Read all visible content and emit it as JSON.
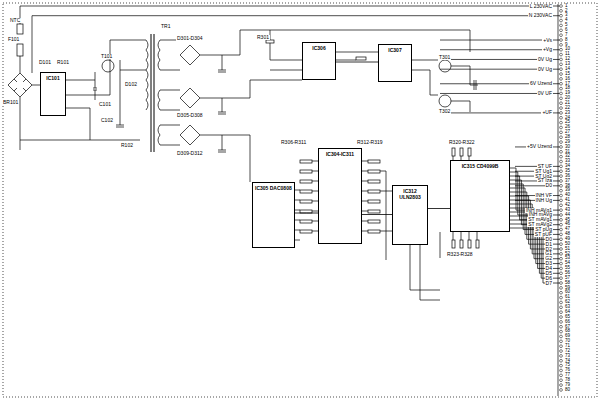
{
  "diagram": {
    "nodes": [
      {
        "text": [
          "IC101"
        ]
      },
      {
        "text": [
          "IC306"
        ]
      },
      {
        "text": [
          "IC307"
        ]
      },
      {
        "text": [
          "IC305 DAC0808"
        ]
      },
      {
        "text": [
          "IC304-IC311"
        ]
      },
      {
        "text": [
          "IC312",
          "ULN2803"
        ]
      },
      {
        "text": [
          "IC315 CD4099B"
        ]
      }
    ],
    "edges": [
      {
        "from": 1,
        "to": 2,
        "arrow": "none"
      },
      {
        "from": 3,
        "to": 4,
        "arrow": "none"
      },
      {
        "from": 4,
        "to": 5,
        "arrow": "none"
      },
      {
        "from": 5,
        "to": 6,
        "arrow": "none"
      }
    ],
    "labels": [
      "NTC",
      "F101",
      "BR101",
      "D101",
      "R101",
      "C101",
      "T101",
      "D102",
      "C102",
      "TR1",
      "D301-D304",
      "D305-D308",
      "D309-D312",
      "T301",
      "T302",
      "R301",
      "R320-R322",
      "R306-R311",
      "R312-R319",
      "R323-R328",
      "R102",
      "L 230VAC",
      "N 230VAC",
      "+Vs",
      "+Vg",
      "0V Ug",
      "0V Ug",
      "6V Uzend",
      "0V UF",
      "+UF",
      "+5V Uzend",
      "ST UF",
      "ST Ug1",
      "ST Ug2",
      "ST Iza",
      "D0",
      "INH VF",
      "INH Ug",
      "INH mAVg1",
      "INH mAVg",
      "ST mAVg1",
      "ST mAVg2",
      "ST pUg",
      "ST pUF",
      "D0",
      "D1",
      "D2",
      "G1",
      "G2",
      "D3",
      "D4",
      "D5",
      "D6",
      "D7",
      "1",
      "2",
      "3",
      "4",
      "5",
      "6",
      "7",
      "8",
      "9",
      "10",
      "11",
      "12",
      "13",
      "14",
      "15",
      "16",
      "17",
      "18",
      "19",
      "20",
      "21",
      "22",
      "23",
      "24",
      "25",
      "26",
      "27",
      "28",
      "29",
      "30",
      "31",
      "32",
      "33",
      "34",
      "35",
      "36",
      "37",
      "38",
      "39",
      "40",
      "41",
      "42",
      "43",
      "44",
      "45",
      "46",
      "47",
      "48",
      "49",
      "50",
      "51",
      "52",
      "53",
      "54",
      "55",
      "56",
      "57",
      "58",
      "59",
      "60",
      "61",
      "62",
      "63",
      "64",
      "65",
      "66",
      "67",
      "68",
      "69",
      "70",
      "71",
      "72",
      "73",
      "74",
      "75",
      "76",
      "77",
      "78",
      "79",
      "80"
    ]
  }
}
